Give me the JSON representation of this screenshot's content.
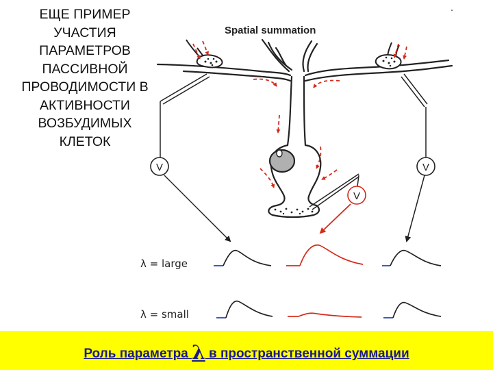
{
  "title_lines": [
    "ЕЩЕ ПРИМЕР",
    "УЧАСТИЯ",
    "ПАРАМЕТРОВ",
    "ПАССИВНОЙ",
    "ПРОВОДИМОСТИ В",
    "АКТИВНОСТИ",
    "ВОЗБУДИМЫХ",
    "КЛЕТОК"
  ],
  "figure": {
    "heading": "Spatial summation",
    "voltmeter_label": "V",
    "row_large_label": "λ = large",
    "row_small_label": "λ = small"
  },
  "footer": {
    "text_before": "Роль параметра",
    "lambda_symbol": "λ",
    "text_after": "в пространственной суммации"
  },
  "colors": {
    "footer_background": "#ffff00",
    "footer_text": "#1a1a8c",
    "red": "#d42a1a",
    "blue": "#1f3fa8",
    "ink": "#222222"
  }
}
